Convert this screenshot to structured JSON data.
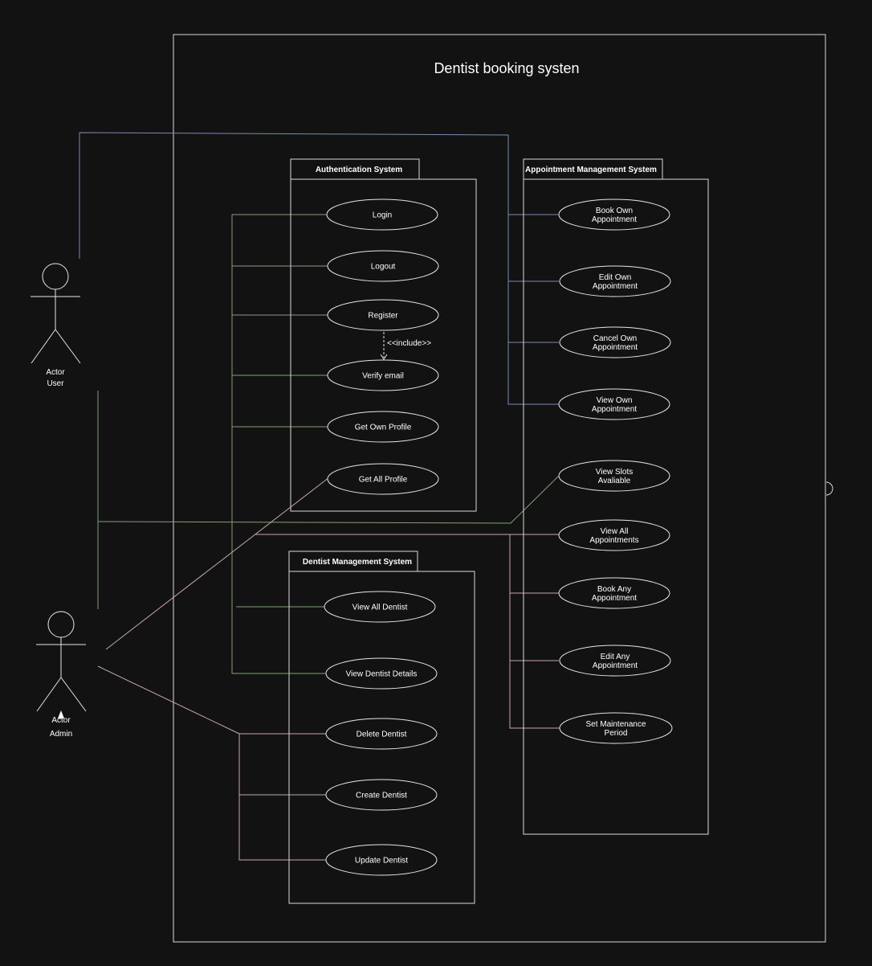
{
  "diagram_title": "Dentist booking systen",
  "packages": {
    "auth": "Authentication System",
    "appointment": "Appointment Management System",
    "dentist": "Dentist Management System"
  },
  "actors": {
    "user": {
      "line1": "Actor",
      "line2": "User"
    },
    "admin": {
      "line1": "Actor",
      "line2": "Admin"
    }
  },
  "use_cases": {
    "login": [
      "Login"
    ],
    "logout": [
      "Logout"
    ],
    "register": [
      "Register"
    ],
    "verify_email": [
      "Verify email"
    ],
    "get_own_profile": [
      "Get Own Profile"
    ],
    "get_all_profile": [
      "Get All Profile"
    ],
    "book_own": [
      "Book Own",
      "Appointment"
    ],
    "edit_own": [
      "Edit Own",
      "Appointment"
    ],
    "cancel_own": [
      "Cancel Own",
      "Appointment"
    ],
    "view_own": [
      "View Own",
      "Appointment"
    ],
    "view_slots": [
      "View Slots",
      "Avaliable"
    ],
    "view_all_appointments": [
      "View All",
      "Appointments"
    ],
    "book_any": [
      "Book Any",
      "Appointment"
    ],
    "edit_any": [
      "Edit Any",
      "Appointment"
    ],
    "set_maintenance": [
      "Set Maintenance",
      "Period"
    ],
    "view_all_dentist": [
      "View All Dentist"
    ],
    "view_dentist_details": [
      "View Dentist Details"
    ],
    "delete_dentist": [
      "Delete Dentist"
    ],
    "create_dentist": [
      "Create Dentist"
    ],
    "update_dentist": [
      "Update Dentist"
    ]
  },
  "include_label": "<<include>>",
  "colors": {
    "background": "#121212",
    "stroke": "#d9d9d9",
    "user_link": "#7b8bb3",
    "shared_link": "#82a07a",
    "admin_link": "#c7a7ad"
  }
}
